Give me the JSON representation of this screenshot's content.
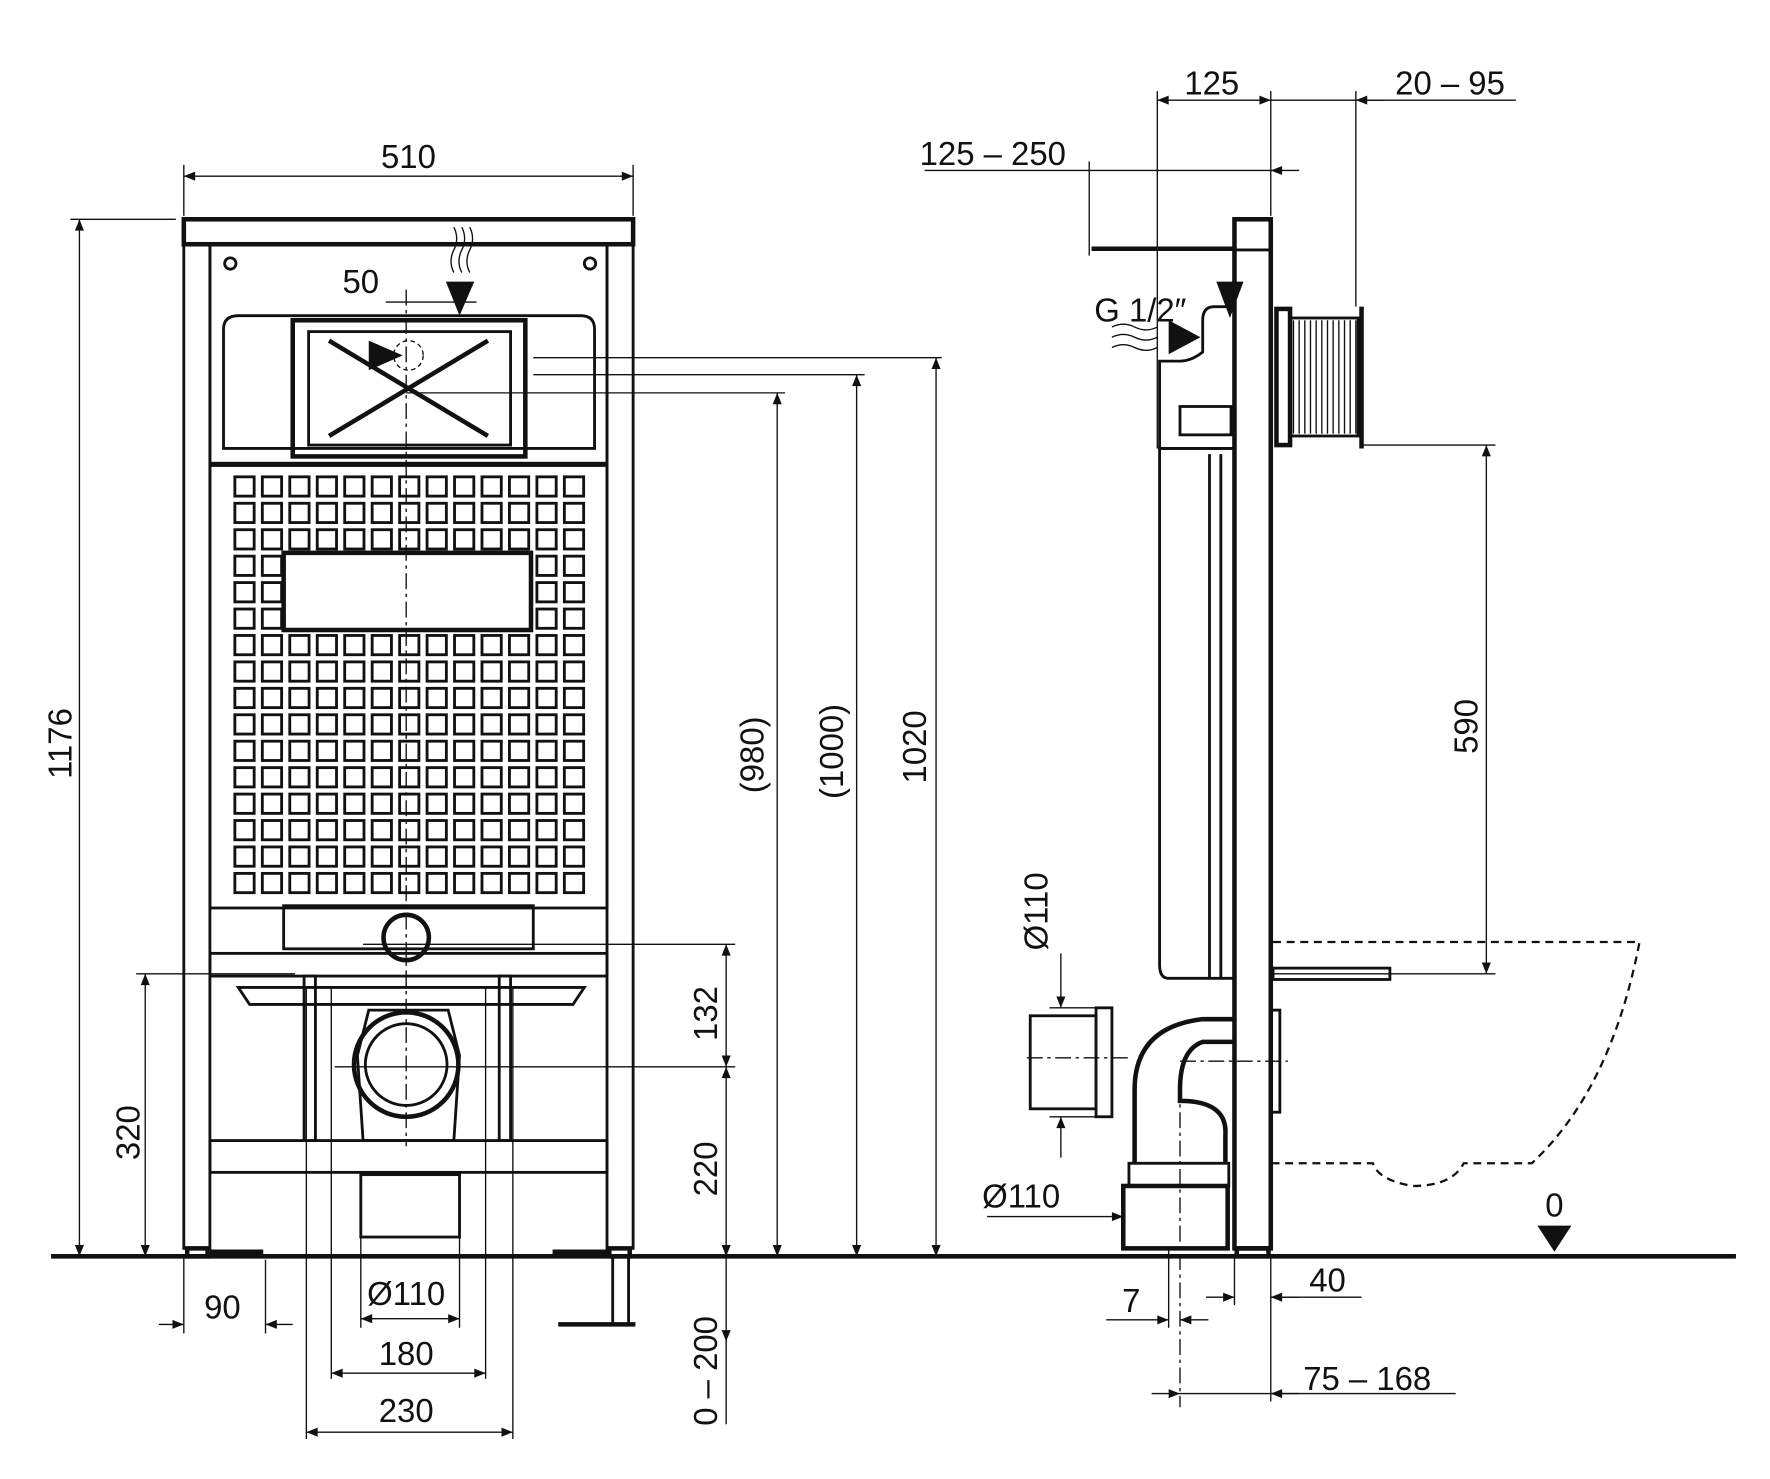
{
  "front_view": {
    "width": "510",
    "height_total": "1176",
    "offset_50": "50",
    "h_980": "(980)",
    "h_1000": "(1000)",
    "h_1020": "1020",
    "h_320": "320",
    "h_132": "132",
    "h_220": "220",
    "adj_0_200": "0 – 200",
    "w_90": "90",
    "d_110": "Ø110",
    "w_180": "180",
    "w_230": "230"
  },
  "side_view": {
    "d_125": "125",
    "d_20_95": "20 – 95",
    "d_125_250": "125 – 250",
    "thread": "G 1/2″",
    "h_590": "590",
    "d_110_vertical": "Ø110",
    "d_110_horizontal": "Ø110",
    "floor_zero": "0",
    "d_40": "40",
    "d_7": "7",
    "d_75_168": "75 – 168"
  }
}
